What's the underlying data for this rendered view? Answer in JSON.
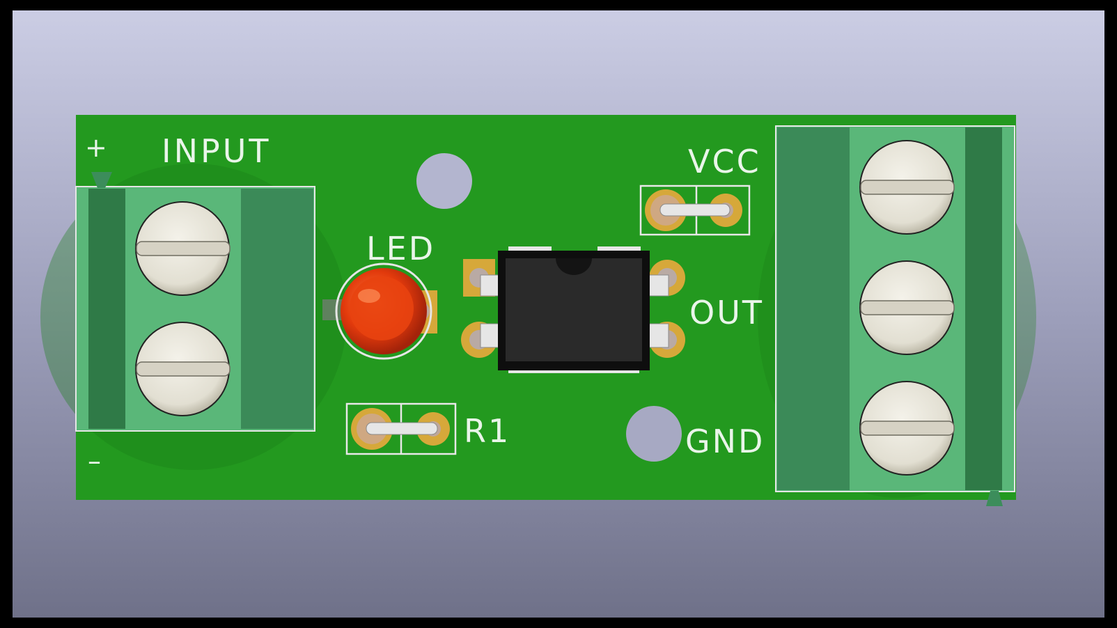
{
  "silkscreen": {
    "plus": "+",
    "minus": "–",
    "input": "INPUT",
    "led": "LED",
    "r1": "R1",
    "vcc": "VCC",
    "out": "OUT",
    "gnd": "GND"
  },
  "colors": {
    "background_top": "#cbcde4",
    "background_bottom": "#6f7189",
    "pcb": "#23991f",
    "terminal_block": "#5ab779",
    "copper_pad": "#d6a83a",
    "led_red": "#e03a10",
    "ic_body": "#1d1d1d"
  }
}
